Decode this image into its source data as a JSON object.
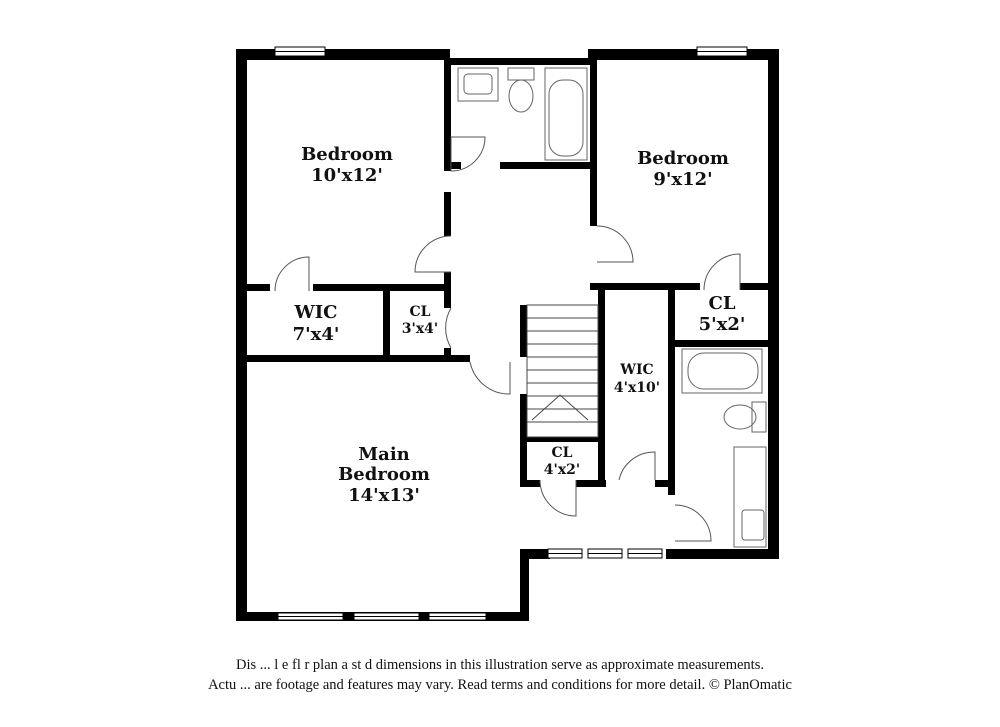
{
  "rooms": {
    "bedroom_left": {
      "name": "Bedroom",
      "size": "10'x12'"
    },
    "bedroom_right": {
      "name": "Bedroom",
      "size": "9'x12'"
    },
    "wic_left": {
      "name": "WIC",
      "size": "7'x4'"
    },
    "closet_mid": {
      "name": "CL",
      "size": "3'x4'"
    },
    "closet_right": {
      "name": "CL",
      "size": "5'x2'"
    },
    "wic_center": {
      "name": "WIC",
      "size": "4'x10'"
    },
    "closet_stair": {
      "name": "CL",
      "size": "4'x2'"
    },
    "main_bedroom": {
      "name_line1": "Main",
      "name_line2": "Bedroom",
      "size": "14'x13'"
    }
  },
  "disclaimer": {
    "line1": "Dis    ...  l  e fl   r plan a   st   d dimensions in this illustration serve as approximate measurements.",
    "line2": "Actu   ...  are footage and features may vary. Read terms and conditions for more detail. © PlanOmatic"
  },
  "colors": {
    "wall": "#000000",
    "fixture_stroke": "#666666",
    "door_stroke": "#555555"
  }
}
